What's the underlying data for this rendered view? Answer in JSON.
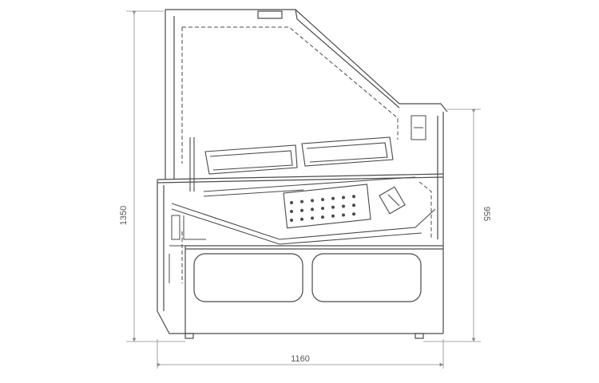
{
  "dimensions": {
    "height_total": "1350",
    "height_front": "955",
    "width": "1160"
  },
  "colors": {
    "line": "#4a4a4a",
    "dim": "#8a8a8a"
  }
}
